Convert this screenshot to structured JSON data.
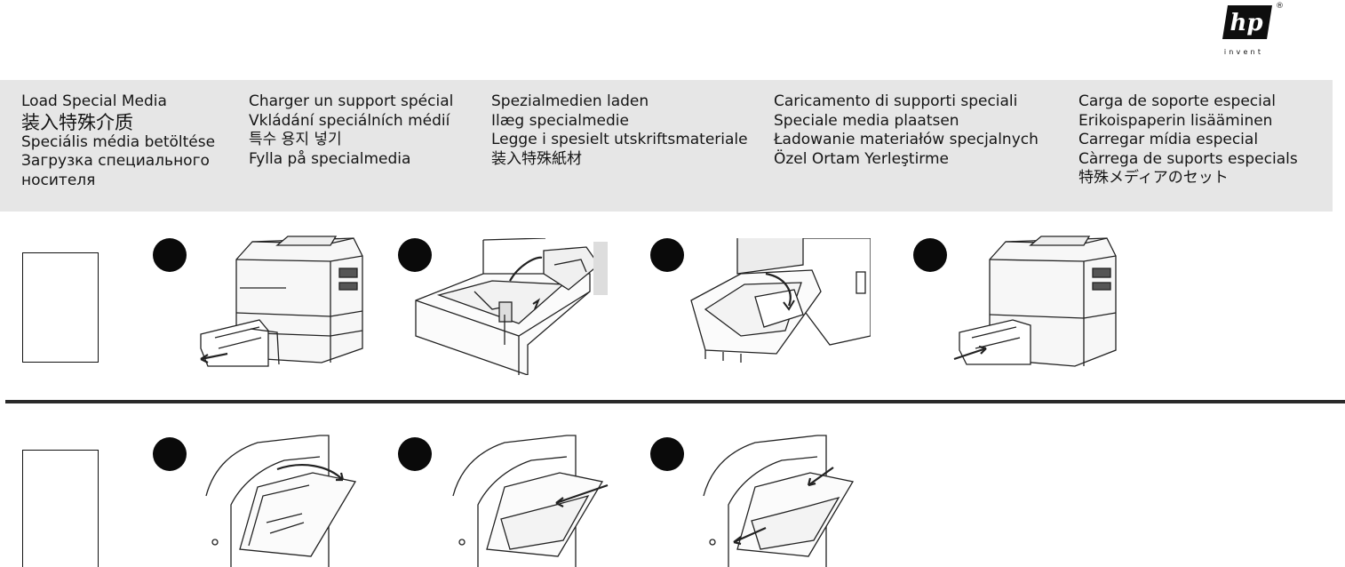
{
  "brand": {
    "logo_text": "hp",
    "tagline": "invent",
    "reg": "®"
  },
  "titles": {
    "col1": [
      "Load Special Media",
      "装入特殊介质",
      "Speciális média betöltése",
      "Загрузка специального",
      "носителя"
    ],
    "col2": [
      "Charger un support spécial",
      "Vkládání speciálních médií",
      "특수 용지 넣기",
      "Fylla på specialmedia"
    ],
    "col3": [
      "Spezialmedien laden",
      "Ilæg specialmedie",
      "Legge i spesielt utskriftsmateriale",
      "装入特殊紙材"
    ],
    "col4": [
      "Caricamento di supporti speciali",
      "Speciale media plaatsen",
      "Ładowanie materiałów specjalnych",
      "Özel Ortam Yerleştirme"
    ],
    "col5": [
      "Carga de soporte especial",
      "Erikoispaperin lisääminen",
      "Carregar mídia especial",
      "Càrrega de suports especials",
      "特殊メディアのセット"
    ]
  },
  "icons": {
    "tray_sequence": [
      "printer-tray-open-illustration",
      "tray-guide-illustration",
      "load-paper-illustration",
      "printer-tray-close-illustration"
    ],
    "mp_sequence": [
      "open-mp-tray-illustration",
      "insert-paper-mp-illustration",
      "adjust-guides-illustration"
    ]
  },
  "colors": {
    "band": "#e6e6e6",
    "ink": "#111111"
  }
}
